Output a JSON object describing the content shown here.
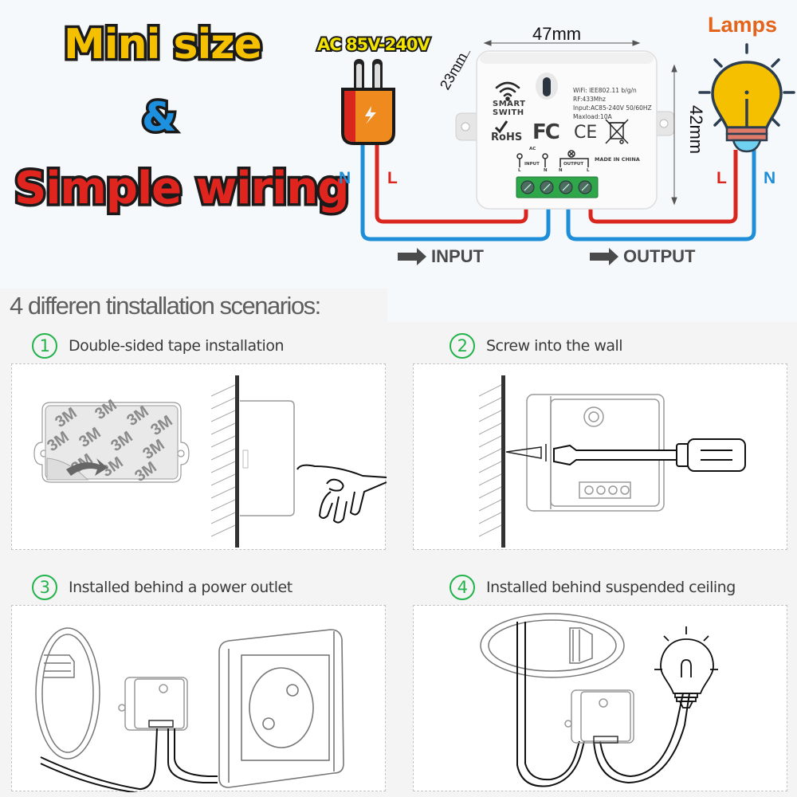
{
  "hero": {
    "headline_line1": "Mini size",
    "headline_amp": "&",
    "headline_line2": "Simple wiring",
    "voltage_label": "AC 85V-240V",
    "lamps_label": "Lamps",
    "dimensions": {
      "width": "47mm",
      "depth": "23mm",
      "height": "42mm"
    },
    "wires": {
      "input_neutral": "N",
      "input_live": "L",
      "output_live": "L",
      "output_neutral": "N"
    },
    "flow": {
      "input": "INPUT",
      "output": "OUTPUT"
    },
    "colors": {
      "live_wire": "#d9261f",
      "neutral_wire": "#1e8ed8",
      "plug": "#ee8a1e",
      "bulb": "#f5c000",
      "lamps_text": "#e4641c",
      "terminal_block": "#2fa64a"
    }
  },
  "device": {
    "brand_line1": "SMART",
    "brand_line2": "SWITH",
    "specs": [
      "WiFi: IEE802.11 b/g/n",
      "RF:433Mhz",
      "Input:AC85-240V 50/60HZ",
      "Maxload:10A"
    ],
    "cert_rohs": "RoHS",
    "cert_fc": "FC",
    "cert_ce": "CE",
    "terminal_ac": "AC",
    "terminal_input": "INPUT",
    "terminal_output": "OUTPUT",
    "terminal_letters": [
      "L",
      "N",
      "N",
      "L"
    ],
    "made_in": "MADE IN CHINA",
    "icons": [
      "wifi-icon",
      "rohs-check-icon",
      "weee-bin-icon",
      "lamp-symbol-icon"
    ]
  },
  "scenarios": {
    "title": "4 differen tinstallation scenarios:",
    "items": [
      {
        "number": "1",
        "label": "Double-sided tape installation",
        "tape_text": "3M"
      },
      {
        "number": "2",
        "label": "Screw into the wall"
      },
      {
        "number": "3",
        "label": "Installed behind a power outlet"
      },
      {
        "number": "4",
        "label": "Installed behind suspended ceiling"
      }
    ],
    "accent_color": "#22b34a"
  }
}
